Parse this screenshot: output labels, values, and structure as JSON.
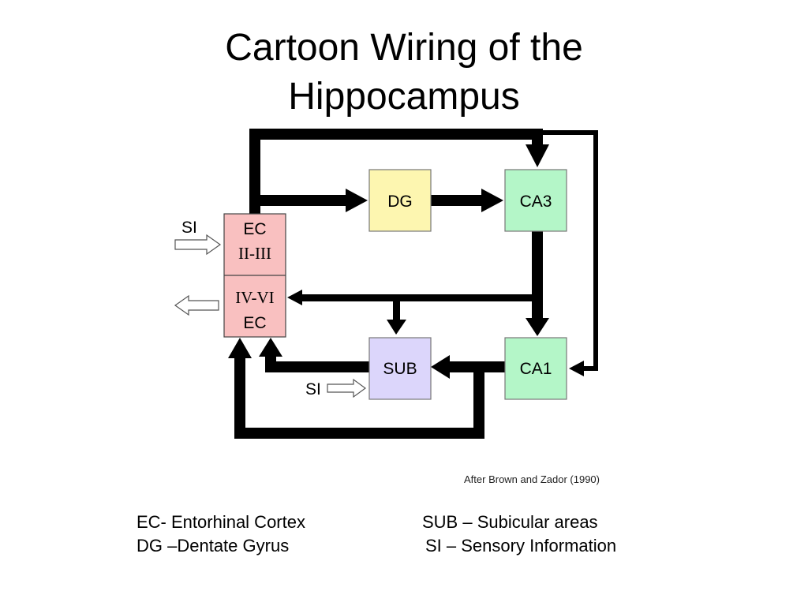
{
  "title": {
    "line1": "Cartoon Wiring of the",
    "line2": "Hippocampus"
  },
  "boxes": {
    "ec_top": {
      "label": "EC",
      "layer": "II-III",
      "color": "#f9c0c0"
    },
    "ec_bottom": {
      "label": "EC",
      "layer": "IV-VI"
    },
    "dg": {
      "label": "DG",
      "color": "#fdf6b0"
    },
    "ca3": {
      "label": "CA3",
      "color": "#b4f6c8"
    },
    "ca1": {
      "label": "CA1",
      "color": "#b4f6c8"
    },
    "sub": {
      "label": "SUB",
      "color": "#dcd6fb"
    }
  },
  "inputs": {
    "si_top": "SI",
    "si_bottom": "SI"
  },
  "citation": "After Brown and Zador (1990)",
  "legend": {
    "ec": "EC- Entorhinal Cortex",
    "dg": "DG –Dentate Gyrus",
    "sub": "SUB – Subicular areas",
    "si": "SI – Sensory Information"
  }
}
